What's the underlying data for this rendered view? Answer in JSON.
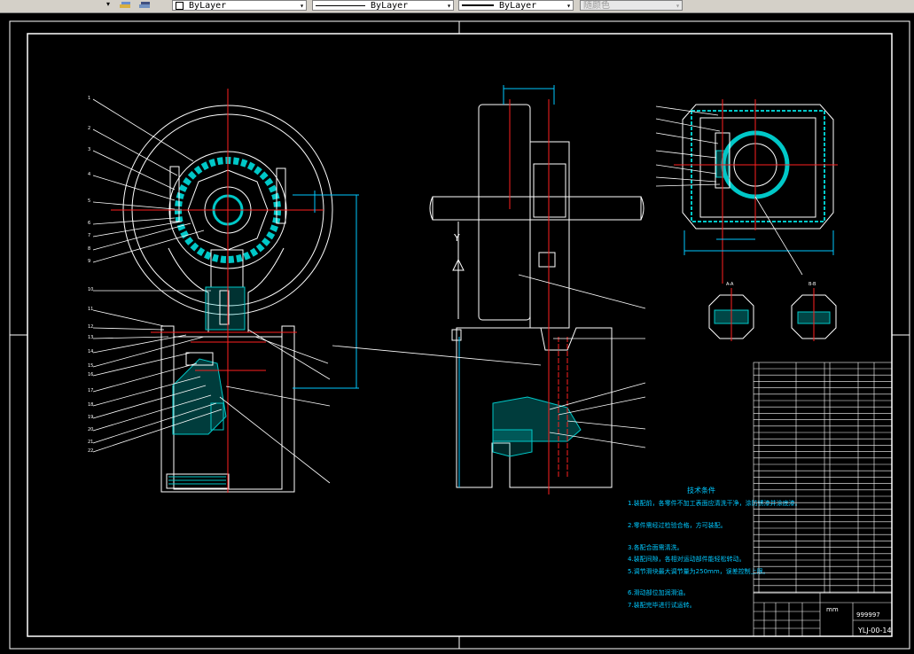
{
  "toolbar": {
    "layer_dropdown_arrow": "▾",
    "color_select": "ByLayer",
    "linetype_select": "ByLayer",
    "lineweight_select": "ByLayer",
    "plotstyle_select": "随颜色"
  },
  "notes": {
    "title": "技术条件",
    "items": [
      "1.装配前，各零件不加工表面应清洗干净，涂防锈漆并涂底漆。",
      "2.零件需经过检验合格，方可装配。",
      "3.各配合面需清洗。",
      "4.装配间隙，各相对运动部件能轻松转动。",
      "5.调节滑块最大调节量为250mm，误差控制上限。",
      "6.滑动部位加润滑油。",
      "7.装配完毕进行试运转。"
    ]
  },
  "title_block": {
    "unit": "mm",
    "code": "999997",
    "drawing_no": "YLJ-00-14"
  },
  "part_numbers_left": [
    "1",
    "2",
    "3",
    "4",
    "5",
    "6",
    "7",
    "8",
    "9",
    "10",
    "11",
    "12",
    "13",
    "14",
    "15",
    "16",
    "17",
    "18",
    "19",
    "20",
    "21",
    "22"
  ],
  "section_labels": [
    "A-A",
    "B-B",
    "Y"
  ],
  "colors": {
    "background": "#000000",
    "outline": "#ffffff",
    "centerline": "#ff2020",
    "hatch": "#00c8c8",
    "dimension": "#00c8ff",
    "leader": "#ffffff",
    "toolbar": "#d4d0c8"
  }
}
